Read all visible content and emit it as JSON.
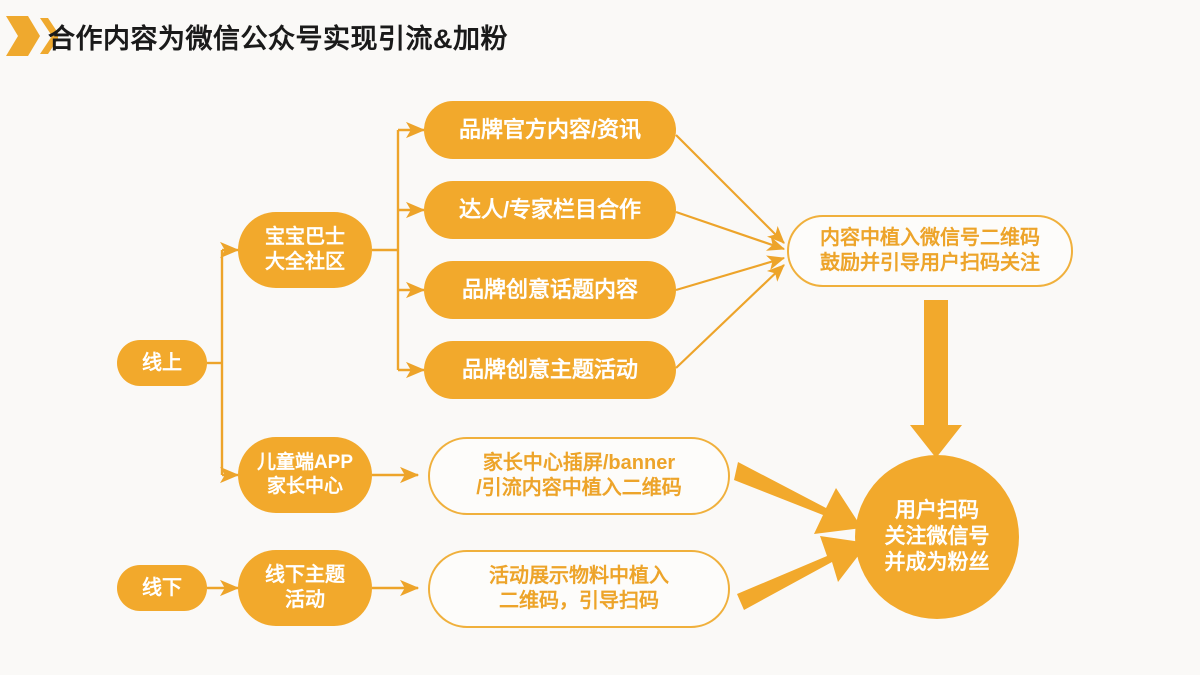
{
  "page": {
    "title": "合作内容为微信公众号实现引流&加粉",
    "background_color": "#faf9f7",
    "accent_color": "#f2a92c",
    "outline_color": "#f0b03c",
    "outline_text_color": "#eda42a",
    "title_color": "#1a1a1a"
  },
  "diagram": {
    "type": "flowchart",
    "nodes": [
      {
        "id": "online",
        "label": "线上",
        "style": "filled"
      },
      {
        "id": "offline",
        "label": "线下",
        "style": "filled"
      },
      {
        "id": "community",
        "label": "宝宝巴士\n大全社区",
        "style": "filled"
      },
      {
        "id": "kidsapp",
        "label": "儿童端APP\n家长中心",
        "style": "filled"
      },
      {
        "id": "offlineact",
        "label": "线下主题\n活动",
        "style": "filled"
      },
      {
        "id": "official",
        "label": "品牌官方内容/资讯",
        "style": "filled"
      },
      {
        "id": "expert",
        "label": "达人/专家栏目合作",
        "style": "filled"
      },
      {
        "id": "topic",
        "label": "品牌创意话题内容",
        "style": "filled"
      },
      {
        "id": "theme",
        "label": "品牌创意主题活动",
        "style": "filled"
      },
      {
        "id": "qrcontent",
        "label": "内容中植入微信号二维码\n鼓励并引导用户扫码关注",
        "style": "outlined"
      },
      {
        "id": "parentqr",
        "label": "家长中心插屏/banner\n/引流内容中植入二维码",
        "style": "outlined"
      },
      {
        "id": "materialqr",
        "label": "活动展示物料中植入\n二维码，引导扫码",
        "style": "outlined"
      },
      {
        "id": "result",
        "label": "用户扫码\n关注微信号\n并成为粉丝",
        "style": "circle"
      }
    ],
    "edges": [
      {
        "from": "online",
        "to": "community",
        "kind": "orthogonal"
      },
      {
        "from": "online",
        "to": "kidsapp",
        "kind": "orthogonal"
      },
      {
        "from": "community",
        "to": "official",
        "kind": "orthogonal"
      },
      {
        "from": "community",
        "to": "expert",
        "kind": "orthogonal"
      },
      {
        "from": "community",
        "to": "topic",
        "kind": "orthogonal"
      },
      {
        "from": "community",
        "to": "theme",
        "kind": "orthogonal"
      },
      {
        "from": "official",
        "to": "qrcontent",
        "kind": "thin-diagonal"
      },
      {
        "from": "expert",
        "to": "qrcontent",
        "kind": "thin-diagonal"
      },
      {
        "from": "topic",
        "to": "qrcontent",
        "kind": "thin-diagonal"
      },
      {
        "from": "theme",
        "to": "qrcontent",
        "kind": "thin-diagonal"
      },
      {
        "from": "kidsapp",
        "to": "parentqr",
        "kind": "orthogonal"
      },
      {
        "from": "offline",
        "to": "offlineact",
        "kind": "orthogonal"
      },
      {
        "from": "offlineact",
        "to": "materialqr",
        "kind": "orthogonal"
      },
      {
        "from": "qrcontent",
        "to": "result",
        "kind": "thick-down"
      },
      {
        "from": "parentqr",
        "to": "result",
        "kind": "thick-diagonal"
      },
      {
        "from": "materialqr",
        "to": "result",
        "kind": "thick-diagonal"
      }
    ]
  }
}
